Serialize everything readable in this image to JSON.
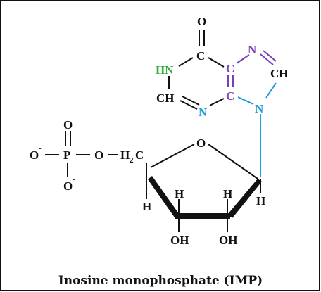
{
  "colors": {
    "border": "#111111",
    "ink": "#111111",
    "ring_purple": "#7a3fb4",
    "nitrogen_blue": "#1a9ad6",
    "hn_green": "#2fae3c",
    "glycosidic_blue": "#1aa3e0"
  },
  "molecule": {
    "carbonyl_o": "O",
    "carbonyl_c": "C",
    "hn": "HN",
    "c5": "C",
    "n7": "N",
    "ch8": "CH",
    "ch2": "CH",
    "n3": "N",
    "c4": "C",
    "n9": "N",
    "ring_o": "O",
    "ring_h1": "H",
    "ring_h2": "H",
    "ring_h3": "H",
    "ring_h4": "H",
    "oh1": "OH",
    "oh2": "OH",
    "phosphate": {
      "o_left": "O",
      "o_left_charge": "-",
      "p": "P",
      "o_top": "O",
      "o_bottom": "O",
      "o_bottom_charge": "-",
      "o_bridge": "O",
      "h2c_h": "H",
      "h2c_sub": "2",
      "h2c_c": "C"
    }
  },
  "caption": "Inosine monophosphate (IMP)"
}
